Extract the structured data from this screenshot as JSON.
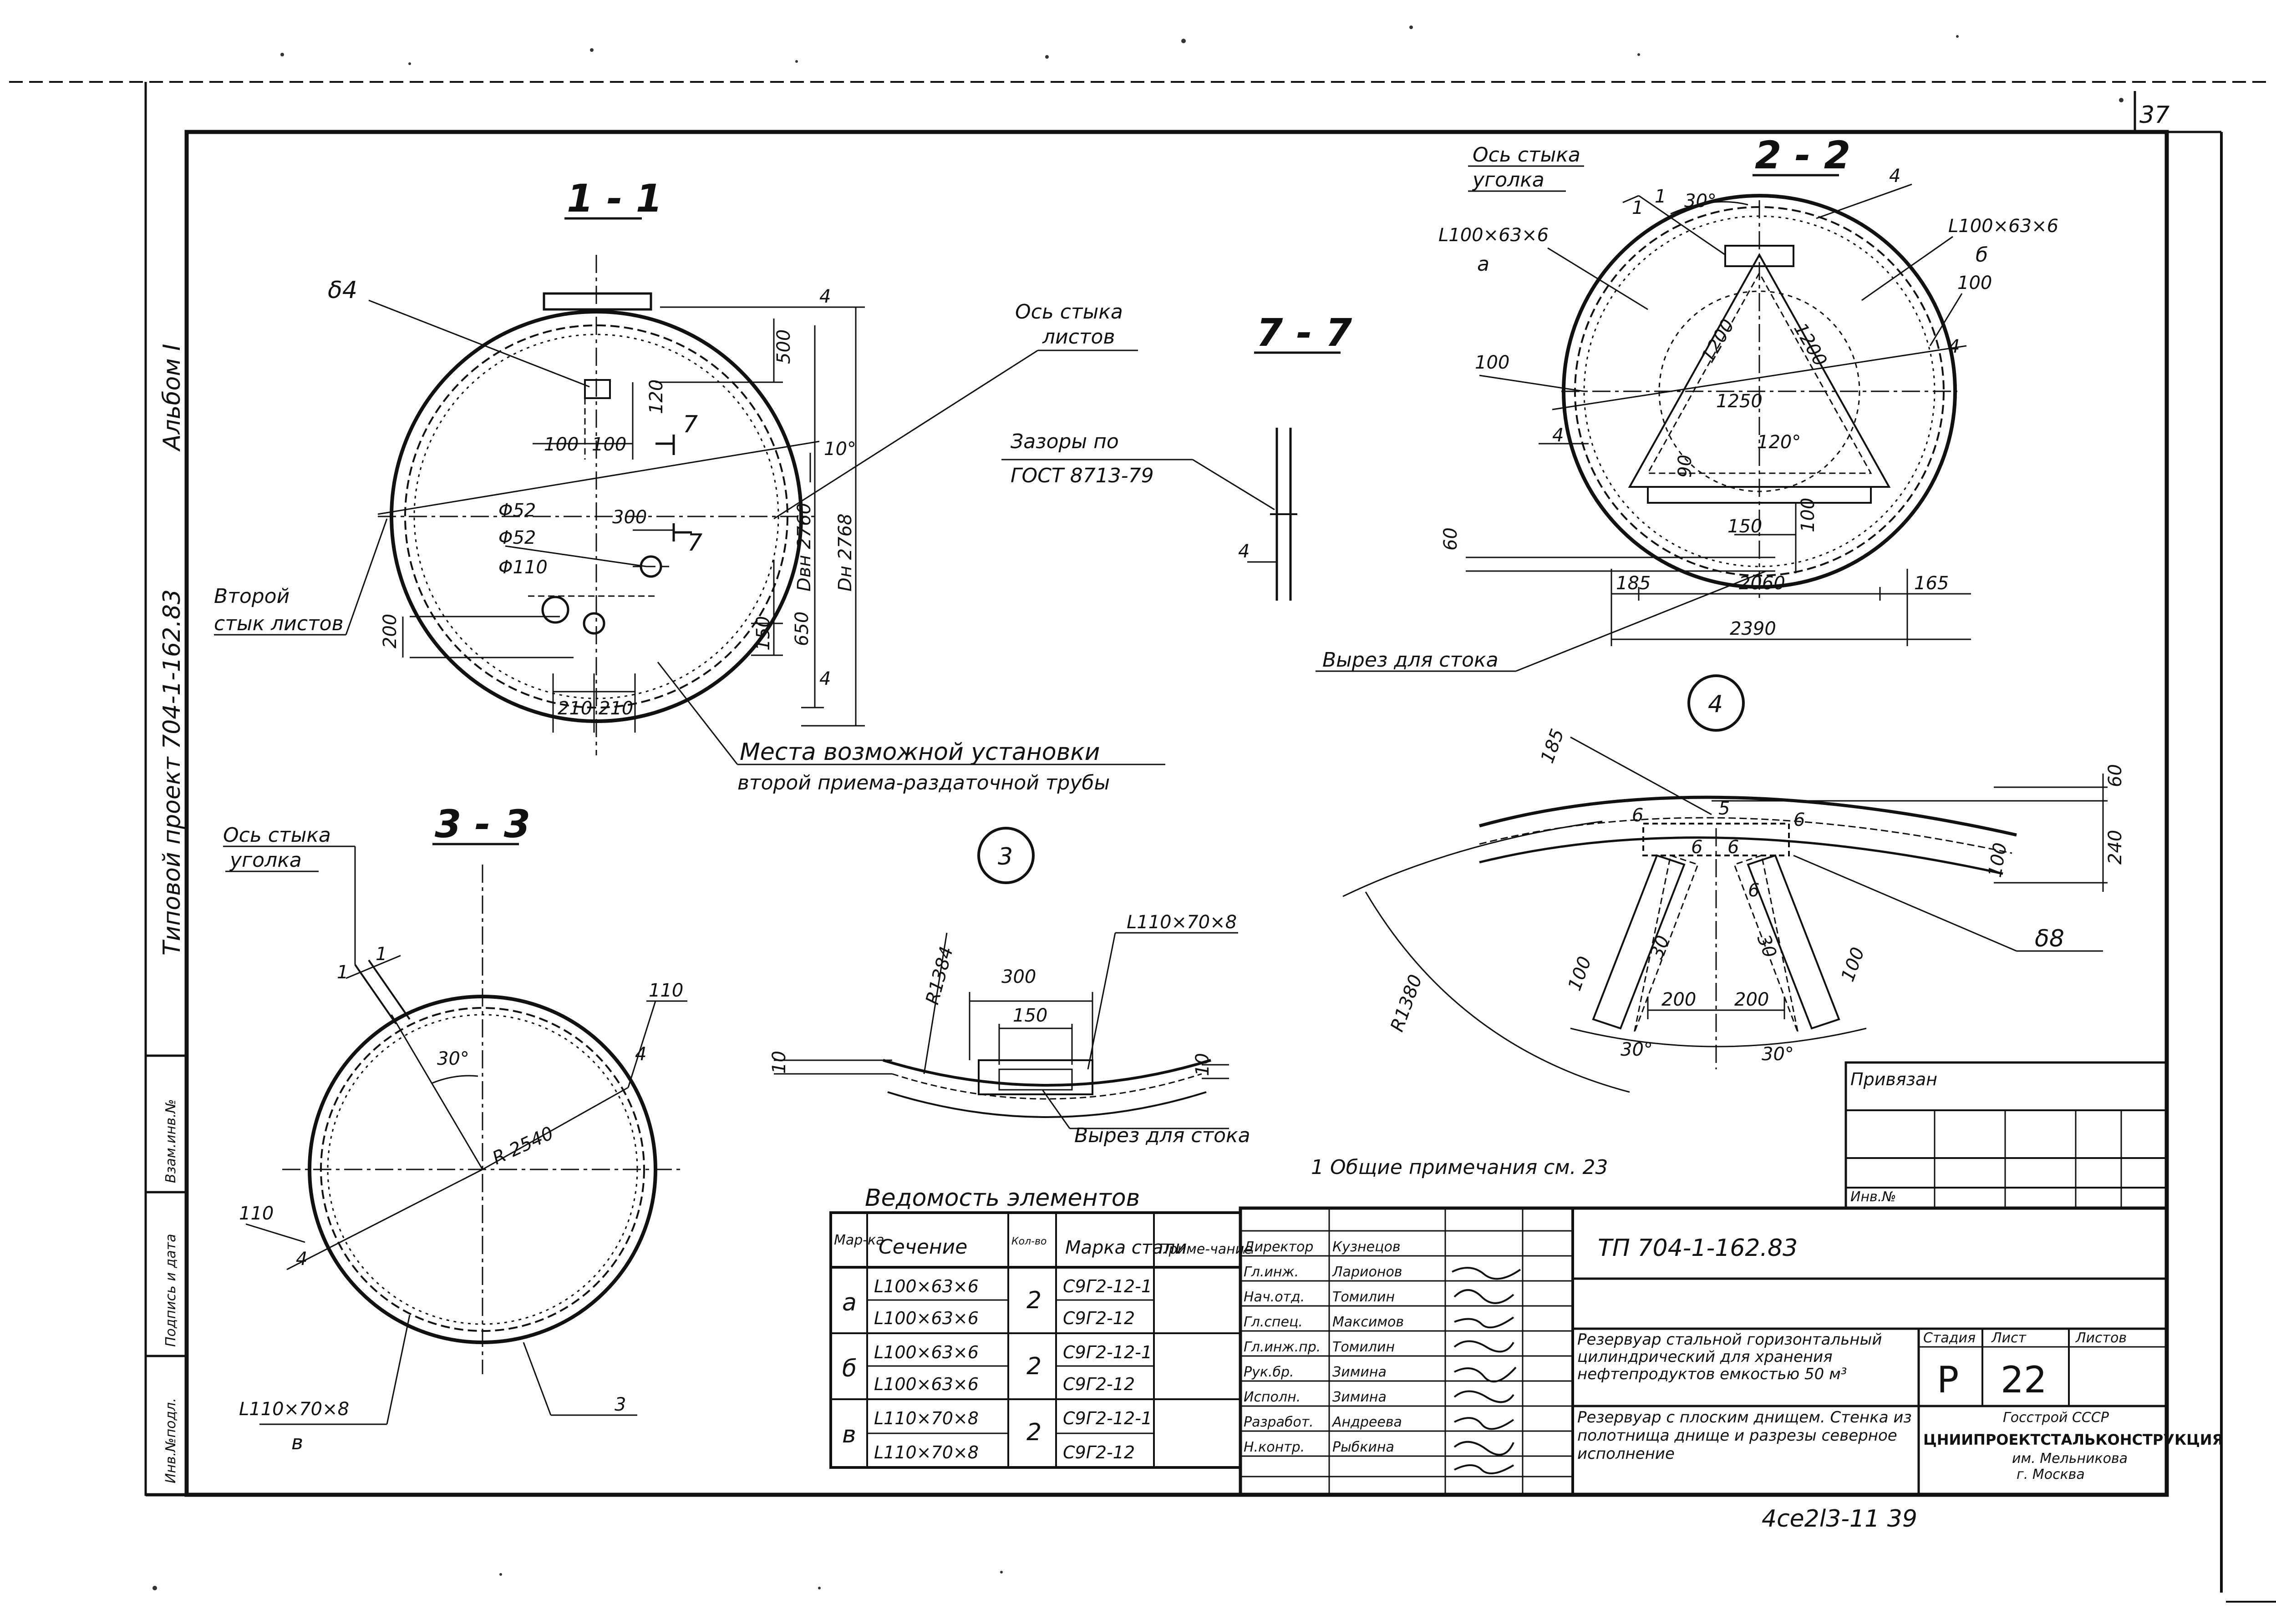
{
  "sheet": {
    "sheet_number_top": "37",
    "album": "Альбом I",
    "project_side": "Типовой проект 704-1-162.83",
    "bottom_stamp": "4ce2l3-11 39",
    "left_margin": [
      "Инв.№подл.",
      "Подпись и дата",
      "Взам.инв.№"
    ]
  },
  "views": {
    "v11": {
      "title": "1 - 1",
      "labels": {
        "d4": "δ4",
        "axis_sheets": "Ось стыка",
        "axis_sheets2": "листов",
        "second_joint": "Второй",
        "second_joint2": "стык листов",
        "places": "Места возможной установки",
        "places2": "второй приема-раздаточной трубы"
      },
      "dims": {
        "d4a": "4",
        "d500": "500",
        "d120": "120",
        "d100a": "100",
        "d100b": "100",
        "d10": "10°",
        "f52a": "Φ52",
        "f52b": "Φ52",
        "d300": "300",
        "f110": "Φ110",
        "dvn": "Dвн 2760",
        "dn": "Dн 2768",
        "d650": "650",
        "d150": "150",
        "d200": "200",
        "d210a": "210",
        "d210b": "210",
        "d4b": "4",
        "sec7": "7",
        "sec7b": "7"
      }
    },
    "v77": {
      "title": "7 - 7",
      "labels": {
        "gaps": "Зазоры по",
        "gost": "ГОСТ 8713-79"
      },
      "dims": {
        "d4": "4"
      }
    },
    "v22": {
      "title": "2 - 2",
      "labels": {
        "axis_angle": "Ось стыка",
        "axis_angle2": "уголка",
        "angle_a": "L100×63×6",
        "mark_a": "а",
        "angle_b": "L100×63×6",
        "mark_b": "б",
        "cutout": "Вырез для стока"
      },
      "dims": {
        "d1a": "1",
        "d1b": "1",
        "d30": "30°",
        "d4a": "4",
        "d100a": "100",
        "d1200a": "1200",
        "d1200b": "1200",
        "d100b": "100",
        "d4b": "4",
        "d1250": "1250",
        "d120": "120°",
        "d4c": "4",
        "d150": "150",
        "d100c": "100",
        "d90": "90",
        "d60": "60",
        "d185a": "185",
        "d2060": "2060",
        "d165": "165",
        "d2390": "2390"
      }
    },
    "v33": {
      "title": "3 - 3",
      "labels": {
        "axis_angle": "Ось стыка",
        "axis_angle2": "уголка",
        "angle": "L110×70×8",
        "mark": "в"
      },
      "dims": {
        "d1a": "1",
        "d1b": "1",
        "d110a": "110",
        "d4a": "4",
        "d30": "30°",
        "r": "R 2540",
        "d110b": "110",
        "d4b": "4",
        "d3": "3"
      }
    },
    "n3": {
      "title": "3",
      "labels": {
        "angle": "L110×70×8",
        "cutout": "Вырез для стока"
      },
      "dims": {
        "r": "R1384",
        "d300": "300",
        "d150": "150",
        "d10a": "10",
        "d10b": "10"
      }
    },
    "n4": {
      "title": "4",
      "dims": {
        "d185": "185",
        "d5": "5",
        "d6a": "6",
        "d6b": "6",
        "d6c": "6",
        "d6d": "6",
        "d6e": "6",
        "d60": "60",
        "d100a": "100",
        "d240": "240",
        "d8": "δ8",
        "r": "R1380",
        "d30a": "30",
        "d30b": "30",
        "d100b": "100",
        "d100c": "100",
        "d200a": "200",
        "d200b": "200",
        "a30a": "30°",
        "a30b": "30°"
      }
    }
  },
  "note": "1 Общие примечания см. 23",
  "elements_table": {
    "title": "Ведомость элементов",
    "headers": [
      "Мар-ка",
      "Сечение",
      "Кол-во",
      "Марка стали",
      "Приме-чание"
    ],
    "rows": [
      {
        "mark": "а",
        "sections": [
          "L100×63×6",
          "L100×63×6"
        ],
        "qty": "2",
        "steels": [
          "С9Г2-12-1",
          "С9Г2-12"
        ],
        "note": ""
      },
      {
        "mark": "б",
        "sections": [
          "L100×63×6",
          "L100×63×6"
        ],
        "qty": "2",
        "steels": [
          "С9Г2-12-1",
          "С9Г2-12"
        ],
        "note": ""
      },
      {
        "mark": "в",
        "sections": [
          "L110×70×8",
          "L110×70×8"
        ],
        "qty": "2",
        "steels": [
          "С9Г2-12-1",
          "С9Г2-12"
        ],
        "note": ""
      }
    ]
  },
  "title_block": {
    "privyazan": "Привязан",
    "inv": "Инв.№",
    "project": "ТП 704-1-162.83",
    "staff": [
      {
        "role": "Директор",
        "name": "Кузнецов"
      },
      {
        "role": "Гл.инж.",
        "name": "Ларионов"
      },
      {
        "role": "Нач.отд.",
        "name": "Томилин"
      },
      {
        "role": "Гл.спец.",
        "name": "Максимов"
      },
      {
        "role": "Гл.инж.пр.",
        "name": "Томилин"
      },
      {
        "role": "Рук.бр.",
        "name": "Зимина"
      },
      {
        "role": "Исполн.",
        "name": "Зимина"
      },
      {
        "role": "Разработ.",
        "name": "Андреева"
      },
      {
        "role": "Н.контр.",
        "name": "Рыбкина"
      }
    ],
    "description1": "Резервуар стальной горизонтальный цилиндрический для хранения нефтепродуктов емкостью 50 м³",
    "description2": "Резервуар с плоским днищем. Стенка из полотнища днище и разрезы северное исполнение",
    "stage_header": "Стадия",
    "sheet_header": "Лист",
    "sheets_header": "Листов",
    "stage": "Р",
    "sheet": "22",
    "org_top": "Госстрой СССР",
    "org": "ЦНИИПРОЕКТСТАЛЬКОНСТРУКЦИЯ",
    "org_sub": "им. Мельникова",
    "org_city": "г. Москва"
  }
}
